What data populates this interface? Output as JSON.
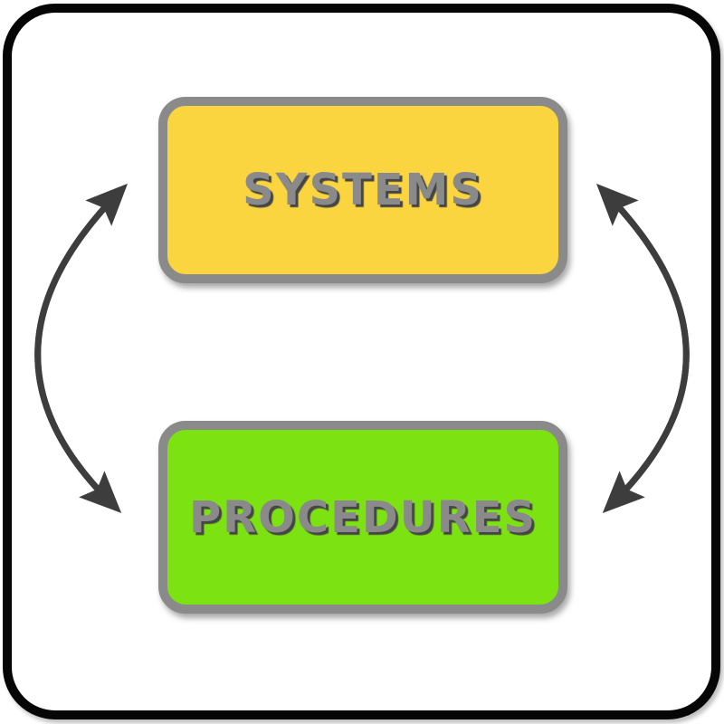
{
  "page": {
    "background_color": "#ffffff",
    "frame_border_color": "#060606"
  },
  "diagram": {
    "nodes": [
      {
        "id": "systems",
        "label": "SYSTEMS",
        "fill": "#fad540",
        "border_color": "#8a8a8a",
        "text_color": "#8a8a8a"
      },
      {
        "id": "procedures",
        "label": "PROCEDURES",
        "fill": "#7de212",
        "border_color": "#8a8a8a",
        "text_color": "#8a8a8a"
      }
    ],
    "arrows": [
      {
        "id": "left-arrow",
        "type": "bidirectional-curved",
        "color": "#3d3d3d"
      },
      {
        "id": "right-arrow",
        "type": "bidirectional-curved",
        "color": "#3d3d3d"
      }
    ]
  }
}
